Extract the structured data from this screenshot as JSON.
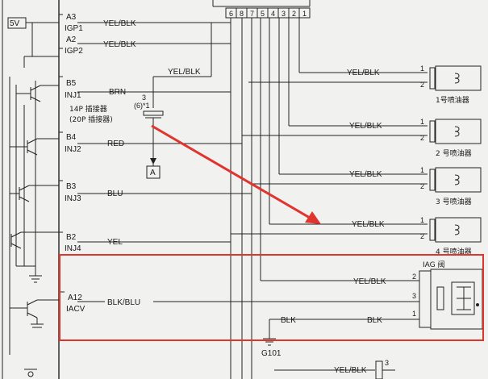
{
  "ecm": {
    "supply": "5V",
    "pins": [
      {
        "pin": "A3",
        "name": "IGP1"
      },
      {
        "pin": "A2",
        "name": "IGP2"
      },
      {
        "pin": "B5",
        "name": "INJ1"
      },
      {
        "pin": "B4",
        "name": "INJ2"
      },
      {
        "pin": "B3",
        "name": "INJ3"
      },
      {
        "pin": "B2",
        "name": "INJ4"
      },
      {
        "pin": "A12",
        "name": "IACV"
      }
    ]
  },
  "connector": {
    "pins": [
      "6",
      "8",
      "7",
      "5",
      "4",
      "3",
      "2",
      "1"
    ]
  },
  "wires": {
    "igp1": "YEL/BLK",
    "igp2": "YEL/BLK",
    "branch": "YEL/BLK",
    "inj1": "BRN",
    "inj2": "RED",
    "inj3": "BLU",
    "inj4": "YEL"
  },
  "connector_note": {
    "pin": "3",
    "alt_pin": "(6)*1",
    "label_14p": "14P 插接器",
    "label_20p": "(20P 插接器)",
    "ref": "A"
  },
  "injectors": [
    {
      "wire": "YEL/BLK",
      "pin_a": "1",
      "pin_b": "2",
      "label": "1号喷油器"
    },
    {
      "wire": "YEL/BLK",
      "pin_a": "1",
      "pin_b": "2",
      "label": "2 号喷油器"
    },
    {
      "wire": "YEL/BLK",
      "pin_a": "1",
      "pin_b": "2",
      "label": "3 号喷油器"
    },
    {
      "wire": "YEL/BLK",
      "pin_a": "1",
      "pin_b": "2",
      "label": "4 号喷油器"
    }
  ],
  "iag": {
    "label": "IAG 阀",
    "wires": [
      {
        "pin": "2",
        "color": "YEL/BLK"
      },
      {
        "pin": "3",
        "color": "BLK/BLU"
      },
      {
        "pin": "1",
        "color": "BLK"
      }
    ],
    "ground": "G101"
  },
  "bottom": {
    "color": "YEL/BLK",
    "pin": "3"
  }
}
